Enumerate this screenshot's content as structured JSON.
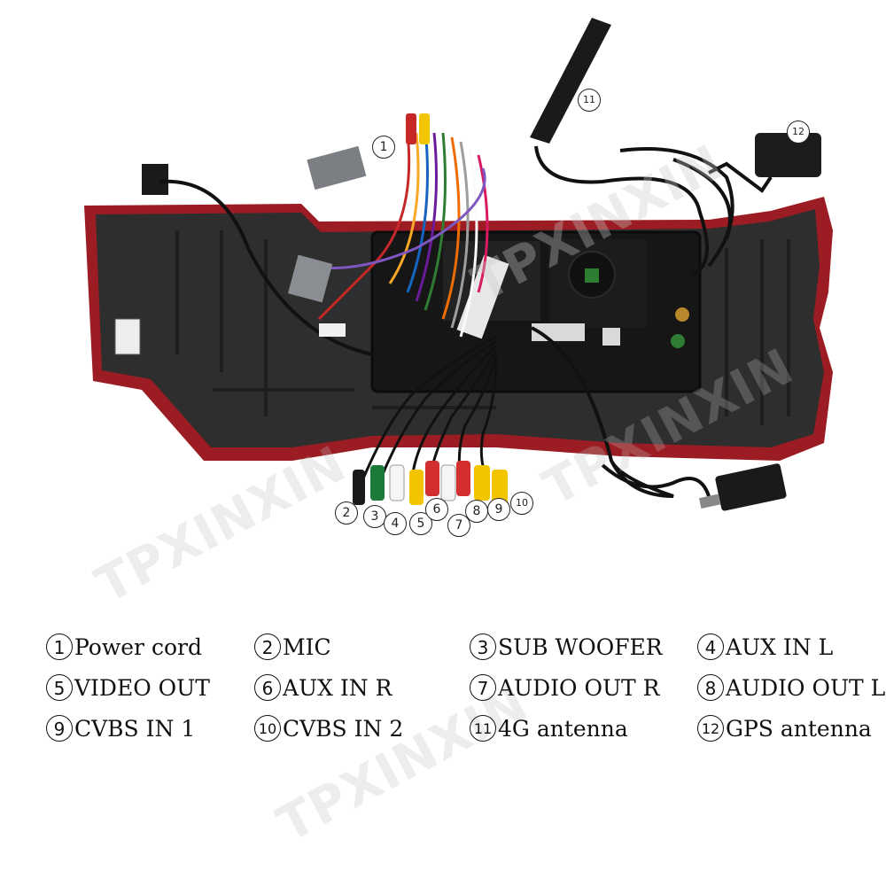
{
  "watermark": "TPXINXIN",
  "callouts": [
    "1",
    "2",
    "3",
    "4",
    "5",
    "6",
    "7",
    "8",
    "9",
    "10",
    "11",
    "12"
  ],
  "legend": [
    {
      "num": "1",
      "label": "Power cord"
    },
    {
      "num": "2",
      "label": "MIC"
    },
    {
      "num": "3",
      "label": "SUB WOOFER"
    },
    {
      "num": "4",
      "label": "AUX IN L"
    },
    {
      "num": "5",
      "label": "VIDEO OUT"
    },
    {
      "num": "6",
      "label": "AUX IN R"
    },
    {
      "num": "7",
      "label": "AUDIO OUT R"
    },
    {
      "num": "8",
      "label": "AUDIO OUT L"
    },
    {
      "num": "9",
      "label": "CVBS IN 1"
    },
    {
      "num": "10",
      "label": "CVBS IN 2"
    },
    {
      "num": "11",
      "label": "4G antenna"
    },
    {
      "num": "12",
      "label": "GPS antenna"
    }
  ],
  "colors": {
    "housing": "#2e2e2e",
    "trim": "#9b1c22",
    "cable": "#1a1a1a"
  }
}
